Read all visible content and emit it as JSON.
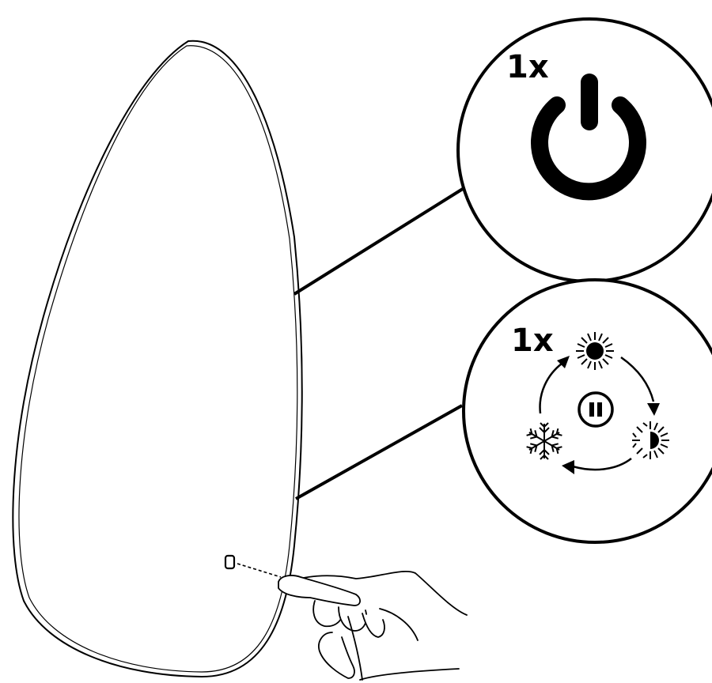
{
  "callouts": [
    {
      "id": "power",
      "press_label": "1x",
      "icon": "power-icon"
    },
    {
      "id": "light-mode",
      "press_label": "1x",
      "icons": [
        "sun-icon",
        "half-sun-icon",
        "snowflake-icon",
        "pause-icon"
      ]
    }
  ],
  "colors": {
    "line": "#000000",
    "background": "#ffffff"
  }
}
